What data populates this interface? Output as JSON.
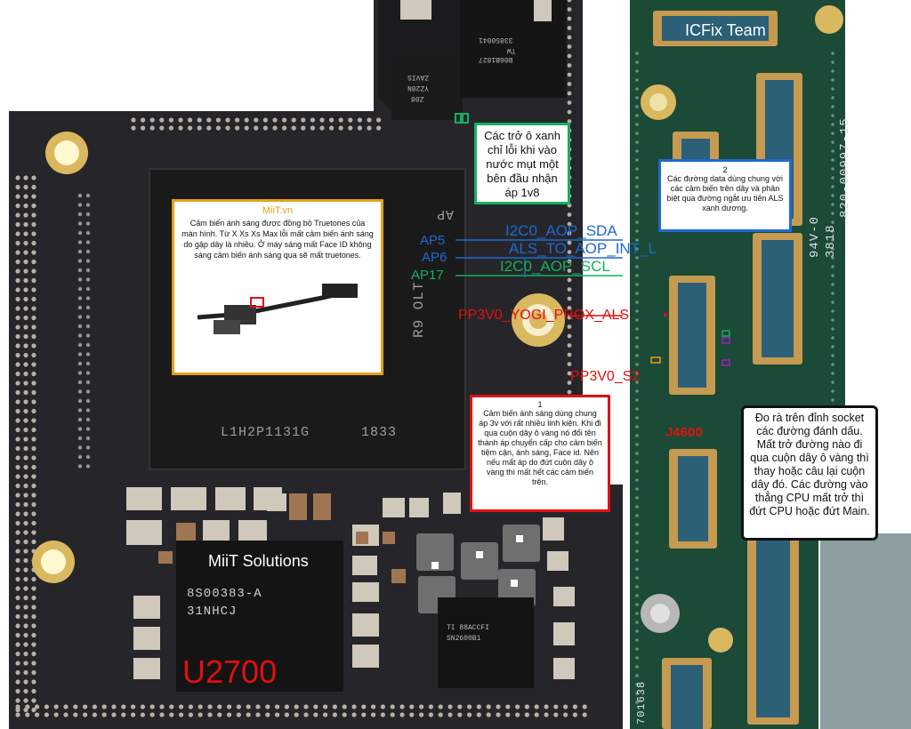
{
  "watermarks": {
    "team": "ICFix Team",
    "company": "MiiT Solutions"
  },
  "board_left": {
    "chip_marking": [
      "L1H2P1131G",
      "1833"
    ],
    "chip_side_marking": "R9 OLT",
    "chip_corner_mark": "AP",
    "u2700_marking": [
      "8S00383-A",
      "31NHCJ"
    ],
    "u2700_label": "U2700",
    "ti_chip_marking": [
      "TI 88ACCFI",
      "SN2600B1"
    ],
    "top_chip_marking": [
      "33850041",
      "TW",
      "B06B1827"
    ],
    "side_chip_marking": [
      "ZAVIS",
      "YZ28N",
      "Z08"
    ]
  },
  "board_right": {
    "part_number": "820-00997-15",
    "revision": [
      "94V-0",
      "3818"
    ],
    "bottom_code": "701638",
    "connector_label": "J4600"
  },
  "signals": {
    "ap5": "AP5",
    "ap6": "AP6",
    "ap17": "AP17",
    "sda": "I2C0_AOP_SDA",
    "als_int": "ALS_TO_AOP_INT_L",
    "scl": "I2C0_AOP_SCL",
    "prox": "PP3V0_YOGI_PROX_ALS",
    "pp3v0_s2": "PP3V0_S2"
  },
  "callouts": {
    "miit_title": "MiiT.vn",
    "miit_text": "Cảm biến ánh sáng được đồng bộ Truetones của màn hình. Từ X Xs Xs Max lỗi mất cảm biến ánh sáng do gập dây là nhiều. Ở máy sáng mất Face ID không sáng cảm biến ánh sáng qua sẽ mất truetones.",
    "green_text": "Các trở ô xanh chỉ lỗi khi vào nước mụt một bên đầu nhận áp 1v8",
    "blue_number": "2",
    "blue_text": "Các đường data dùng chung với các cảm biến trên dây và phân biệt qua đường ngắt ưu tiên ALS xanh dương.",
    "red_number": "1",
    "red_text": "Cảm biến ánh sáng dùng chung áp 3v với rất nhiều linh kiện. Khi đi qua cuộn dây ô vàng nó đổi tên thành áp chuyển cấp cho cảm biến tiệm cận, ánh sáng, Face id. Nên nếu mất áp do đứt cuộn dây ô vàng thì mất hết các cảm biến trên.",
    "black_text": "Đo rà trên đỉnh socket các đường đánh dấu. Mất trở đường nào đi qua cuộn dây ô vàng thì thay hoặc câu lại cuộn dây đó. Các đường vào thẳng CPU mất trở thì đứt CPU hoặc đứt Main."
  },
  "colors": {
    "board_left": "#26262a",
    "board_right": "#1b4a37",
    "gold": "#d9b860",
    "accent_red": "#e01010",
    "accent_blue": "#1e6ad0",
    "accent_green": "#14b060",
    "callout_orange": "#e3a21a"
  }
}
